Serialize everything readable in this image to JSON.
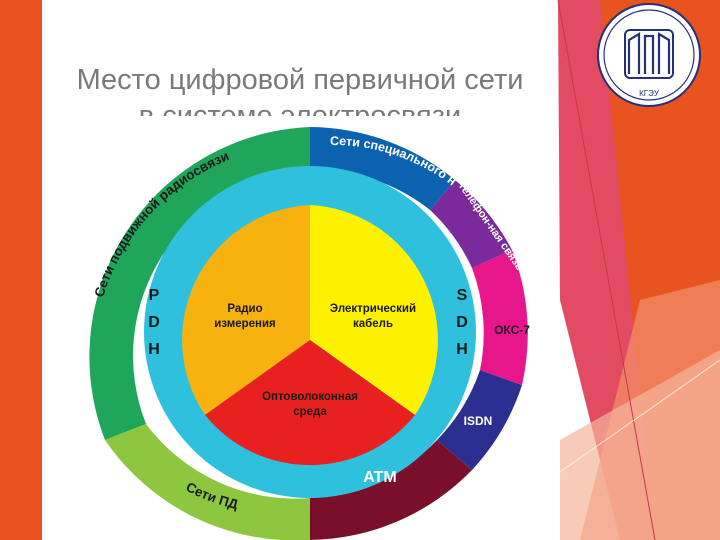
{
  "slide": {
    "title_line1": "Место цифровой первичной сети",
    "title_line2": "в системе электросвязи"
  },
  "logo": {
    "alt_text": "university seal",
    "note": "lettering inside seal reproduced as picture"
  },
  "diagram": {
    "outer_ring": {
      "mobile_radio": "Сети подвижной радиосвязи",
      "special_networks": "Сети специального назначения",
      "telephone": "Телефон-ная связь",
      "okc7": "ОКС-7",
      "isdn": "ISDN",
      "atm": "ATM",
      "pd_networks": "Сети ПД"
    },
    "middle_ring": {
      "pdh": [
        "P",
        "D",
        "H"
      ],
      "sdh": [
        "S",
        "D",
        "H"
      ]
    },
    "core": {
      "radio": "Радио измерения",
      "cable": "Электрический кабель",
      "fiber": "Оптоволоконная среда"
    },
    "colors": {
      "outer_green": "#1fa65a",
      "outer_lime": "#8dc63f",
      "outer_blue": "#0b62b0",
      "outer_purple": "#7b2a9c",
      "outer_pink": "#e8168b",
      "outer_navy": "#2b2f8f",
      "outer_maroon": "#7a0f2b",
      "middle_cyan": "#2fc0dd",
      "core_orange": "#f7b20f",
      "core_yellow": "#fff200",
      "core_red": "#e8201f",
      "accent_decor": "#e8531f"
    }
  }
}
